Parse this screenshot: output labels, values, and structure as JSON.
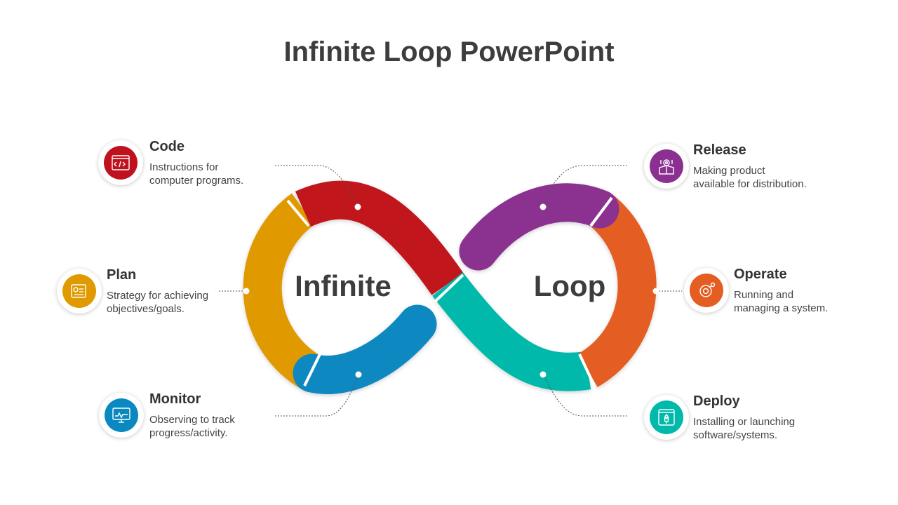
{
  "title": "Infinite Loop PowerPoint",
  "center_left": "Infinite",
  "center_right": "Loop",
  "steps": {
    "code": {
      "title": "Code",
      "line1": "Instructions for",
      "line2": "computer programs.",
      "color": "#c0121e",
      "icon": "code-window-icon"
    },
    "plan": {
      "title": "Plan",
      "line1": "Strategy for achieving",
      "line2": "objectives/goals.",
      "color": "#e09a00",
      "icon": "plan-board-icon"
    },
    "monitor": {
      "title": "Monitor",
      "line1": "Observing to track",
      "line2": "progress/activity.",
      "color": "#0a88c0",
      "icon": "monitor-screen-icon"
    },
    "release": {
      "title": "Release",
      "line1": "Making product",
      "line2": "available for distribution.",
      "color": "#8b3091",
      "icon": "gear-box-icon"
    },
    "operate": {
      "title": "Operate",
      "line1": "Running and",
      "line2": "managing a system.",
      "color": "#e45d22",
      "icon": "gears-icon"
    },
    "deploy": {
      "title": "Deploy",
      "line1": "Installing or launching",
      "line2": "software/systems.",
      "color": "#00b9aa",
      "icon": "rocket-icon"
    }
  }
}
